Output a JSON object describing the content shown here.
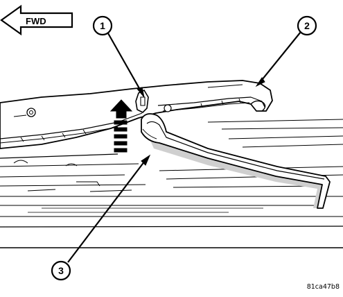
{
  "fwd_label": "FWD",
  "callouts": [
    {
      "number": "1"
    },
    {
      "number": "2"
    },
    {
      "number": "3"
    }
  ],
  "figure_code": "81ca47b8",
  "colors": {
    "line": "#000000",
    "background": "#ffffff",
    "shadow": "#cfcfcf"
  }
}
